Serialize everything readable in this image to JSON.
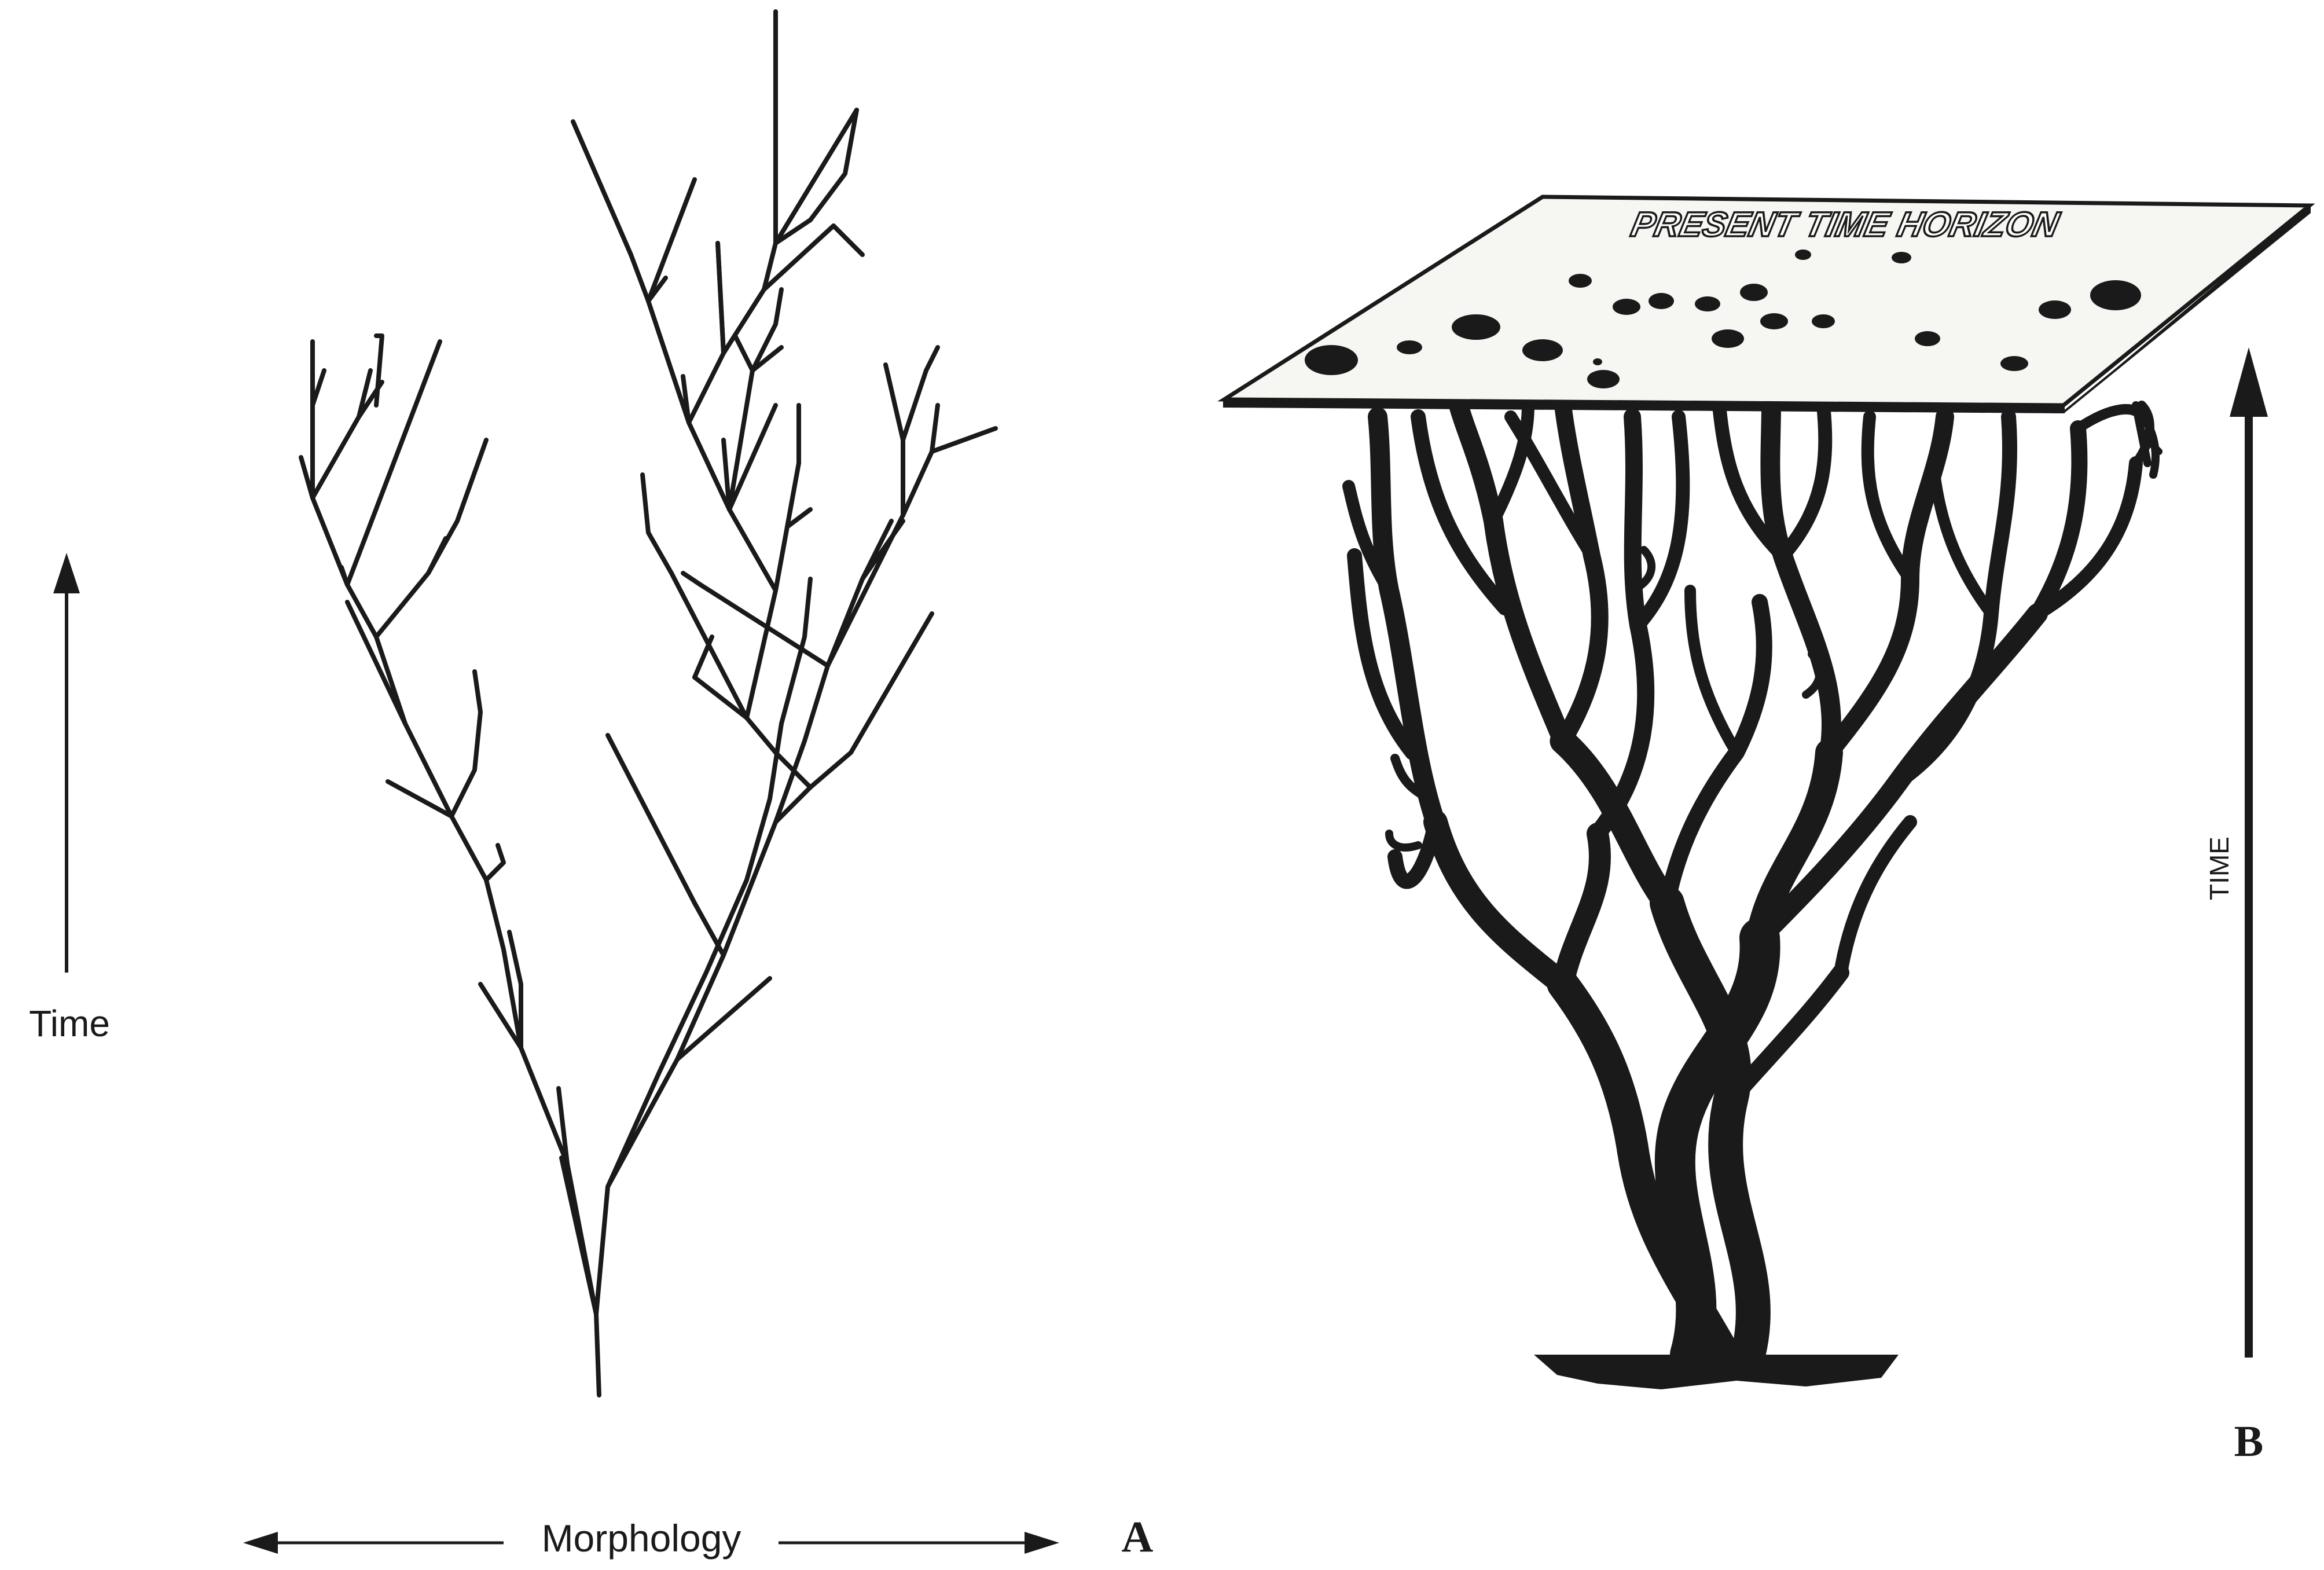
{
  "panel_a": {
    "y_axis_label": "Time",
    "x_axis_label": "Morphology",
    "panel_letter": "A"
  },
  "panel_b": {
    "horizon_label": "PRESENT TIME HORIZON",
    "axis_label": "TIME",
    "panel_letter": "B"
  },
  "colors": {
    "ink": "#1a1a1a",
    "background": "#ffffff",
    "plate_fill": "#f6f6f2"
  }
}
